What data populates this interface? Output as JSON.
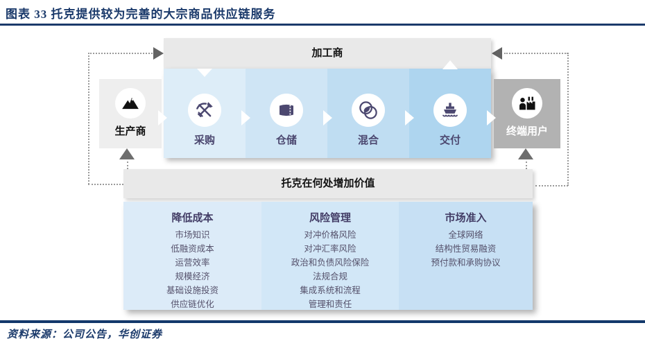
{
  "title": "图表 33  托克提供较为完善的大宗商品供应链服务",
  "colors": {
    "accent_navy": "#1b3a6b",
    "bar_gray": "#e9e9e9",
    "producer_gray": "#eeeeee",
    "enduser_gray": "#b2b2b2",
    "step_colors": [
      "#ddedf8",
      "#cfe5f5",
      "#bfddf2",
      "#aed5ef"
    ],
    "column_colors": [
      "#dcebf8",
      "#d2e7f7",
      "#c7e0f4"
    ],
    "icon_purple": "#4c4870"
  },
  "flow": {
    "processor_label": "加工商",
    "producer": {
      "label": "生产商",
      "icon": "mountain-icon"
    },
    "steps": [
      {
        "label": "采购",
        "icon": "pickaxe-shovel-icon"
      },
      {
        "label": "仓储",
        "icon": "storage-tank-icon"
      },
      {
        "label": "混合",
        "icon": "blend-circles-icon"
      },
      {
        "label": "交付",
        "icon": "cargo-ship-icon"
      }
    ],
    "end_user": {
      "label": "终端用户",
      "icon": "user-factory-icon"
    }
  },
  "value_section": {
    "header": "托克在何处增加价值",
    "columns": [
      {
        "title": "降低成本",
        "items": [
          "市场知识",
          "低融资成本",
          "运营效率",
          "规模经济",
          "基础设施投资",
          "供应链优化"
        ]
      },
      {
        "title": "风险管理",
        "items": [
          "对冲价格风险",
          "对冲汇率风险",
          "政治和负债风险保险",
          "法规合规",
          "集成系统和流程",
          "管理和责任"
        ]
      },
      {
        "title": "市场准入",
        "items": [
          "全球网络",
          "结构性贸易融资",
          "预付款和承购协议"
        ]
      }
    ]
  },
  "source": "资料来源：公司公告，华创证券"
}
